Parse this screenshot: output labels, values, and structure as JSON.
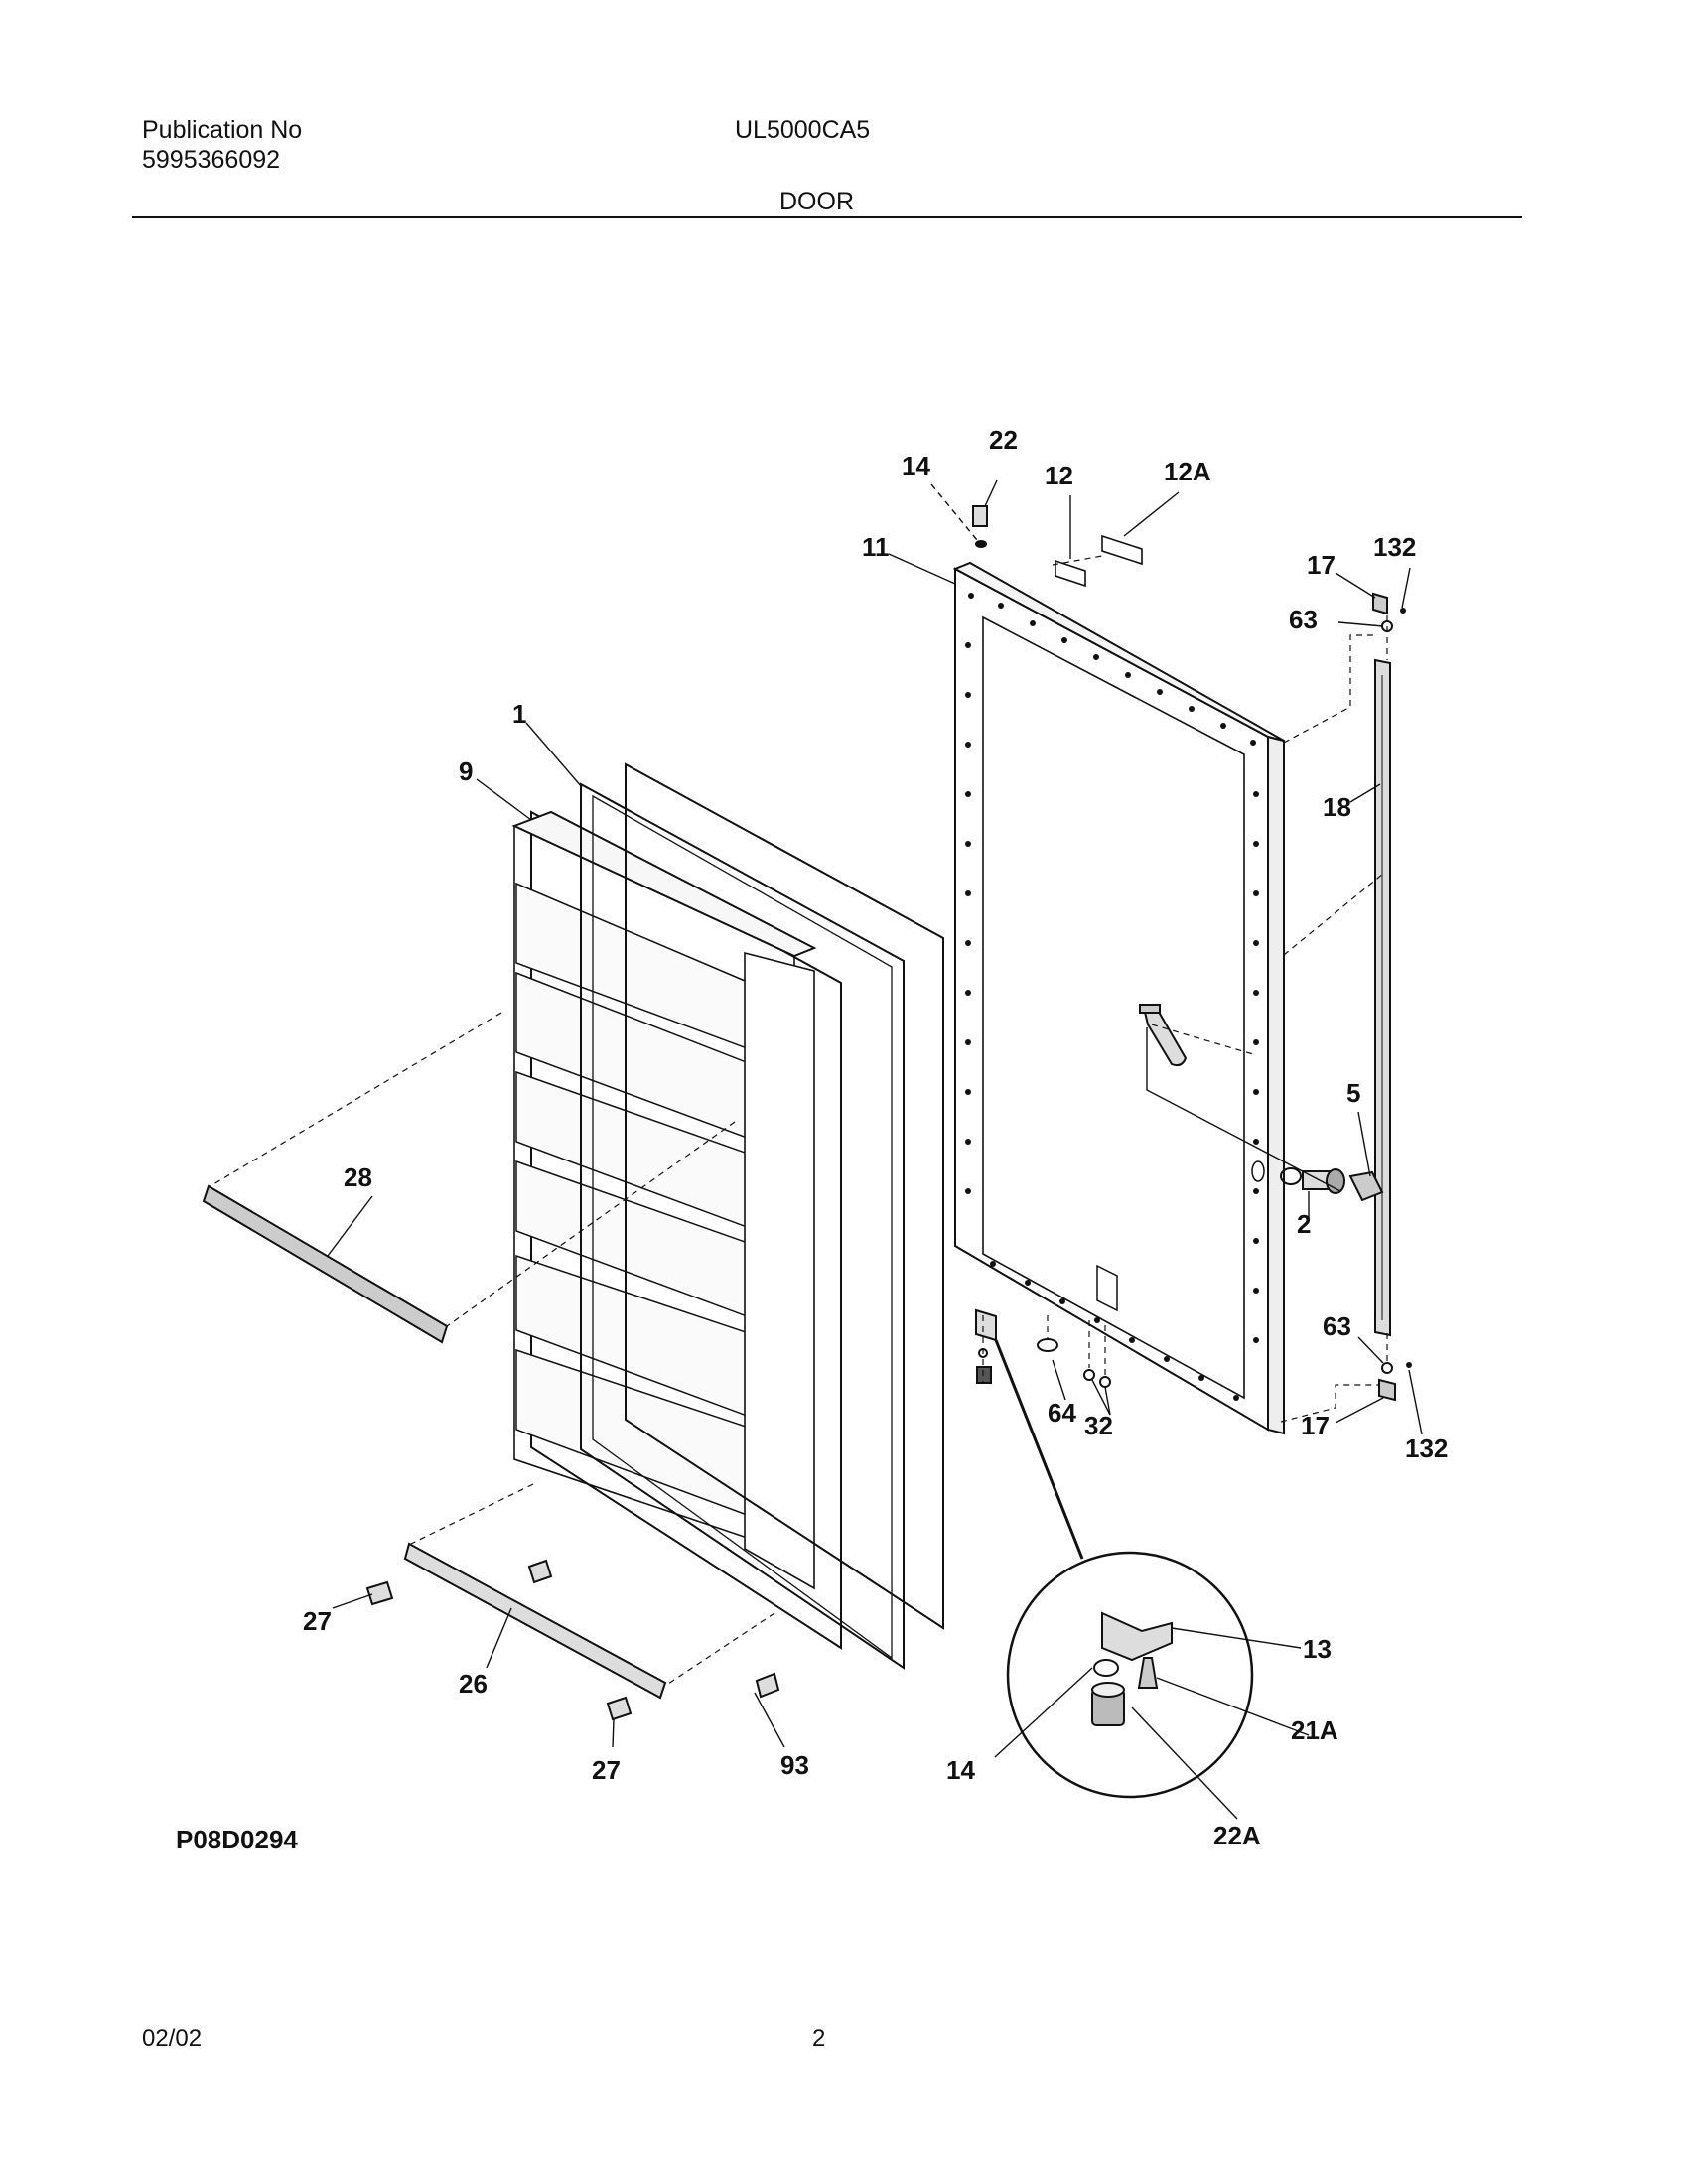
{
  "header": {
    "publication_label": "Publication No",
    "publication_number": "5995366092",
    "model": "UL5000CA5",
    "section": "DOOR"
  },
  "footer": {
    "drawing_number": "P08D0294",
    "date": "02/02",
    "page_number": "2"
  },
  "callouts": {
    "c22": "22",
    "c14": "14",
    "c12": "12",
    "c12A": "12A",
    "c11": "11",
    "c17a": "17",
    "c132a": "132",
    "c63a": "63",
    "c18": "18",
    "c1": "1",
    "c9": "9",
    "c5": "5",
    "c2": "2",
    "c28": "28",
    "c63b": "63",
    "c64": "64",
    "c32": "32",
    "c17b": "17",
    "c132b": "132",
    "c13": "13",
    "c27a": "27",
    "c26": "26",
    "c21A": "21A",
    "c93": "93",
    "c14b": "14",
    "c27b": "27",
    "c22A": "22A"
  }
}
